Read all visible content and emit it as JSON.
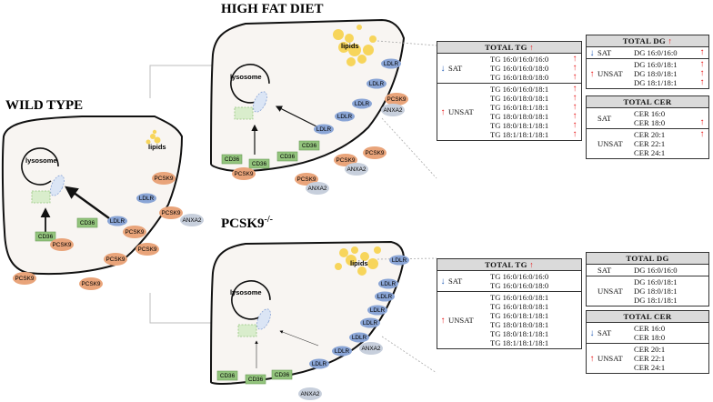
{
  "panels": {
    "wild_type": {
      "title": "WILD TYPE"
    },
    "high_fat": {
      "title": "HIGH FAT DIET"
    },
    "pcsk9": {
      "title": "PCSK9",
      "superscript": "-/-"
    }
  },
  "cell_labels": {
    "lysosome": "lysosome",
    "lipids": "lipids"
  },
  "proteins": {
    "ldlr": "LDLR",
    "cd36": "CD36",
    "pcsk9": "PCSK9",
    "anxa2": "ANXA2"
  },
  "colors": {
    "ldlr": "#8aa5d6",
    "cd36": "#93c47d",
    "pcsk9": "#e9a47a",
    "anxa2": "#c7cfdc",
    "cell_fill": "#f8f5f2",
    "lipids": "#f6d24a",
    "up_arrow": "#e8191a",
    "down_arrow": "#2a62b8",
    "header_fill": "#dadada"
  },
  "symbols": {
    "up": "↑",
    "down": "↓"
  },
  "hfd_tables": {
    "tg": {
      "title": "TOTAL TG",
      "title_arrow": "up",
      "groups": [
        {
          "label": "SAT",
          "direction": "down",
          "rows": [
            {
              "name": "TG 16:0/16:0/16:0",
              "arrow": "up"
            },
            {
              "name": "TG 16:0/16:0/18:0",
              "arrow": "up"
            },
            {
              "name": "TG 16:0/18:0/18:0",
              "arrow": "up"
            }
          ]
        },
        {
          "label": "UNSAT",
          "direction": "up",
          "rows": [
            {
              "name": "TG 16:0/16:0/18:1",
              "arrow": "up"
            },
            {
              "name": "TG 16:0/18:0/18:1",
              "arrow": "up"
            },
            {
              "name": "TG 16:0/18:1/18:1",
              "arrow": "up"
            },
            {
              "name": "TG 18:0/18:0/18:1",
              "arrow": "up"
            },
            {
              "name": "TG 18:0/18:1/18:1",
              "arrow": "up"
            },
            {
              "name": "TG 18:1/18:1/18:1",
              "arrow": "up"
            }
          ]
        }
      ]
    },
    "dg": {
      "title": "TOTAL DG",
      "title_arrow": "up",
      "groups": [
        {
          "label": "SAT",
          "direction": "down",
          "rows": [
            {
              "name": "DG 16:0/16:0",
              "arrow": "up"
            }
          ]
        },
        {
          "label": "UNSAT",
          "direction": "up",
          "rows": [
            {
              "name": "DG 16:0/18:1",
              "arrow": "up"
            },
            {
              "name": "DG 18:0/18:1",
              "arrow": "up"
            },
            {
              "name": "DG 18:1/18:1",
              "arrow": "up"
            }
          ]
        }
      ]
    },
    "cer": {
      "title": "TOTAL CER",
      "title_arrow": "",
      "groups": [
        {
          "label": "SAT",
          "direction": "",
          "rows": [
            {
              "name": "CER 16:0",
              "arrow": ""
            },
            {
              "name": "CER 18:0",
              "arrow": "up"
            }
          ]
        },
        {
          "label": "UNSAT",
          "direction": "",
          "rows": [
            {
              "name": "CER 20:1",
              "arrow": "up"
            },
            {
              "name": "CER 22:1",
              "arrow": ""
            },
            {
              "name": "CER 24:1",
              "arrow": ""
            }
          ]
        }
      ]
    }
  },
  "pcsk9_tables": {
    "tg": {
      "title": "TOTAL TG",
      "title_arrow": "up",
      "groups": [
        {
          "label": "SAT",
          "direction": "down",
          "rows": [
            {
              "name": "TG 16:0/16:0/16:0",
              "arrow": ""
            },
            {
              "name": "TG 16:0/16:0/18:0",
              "arrow": ""
            }
          ]
        },
        {
          "label": "UNSAT",
          "direction": "up",
          "rows": [
            {
              "name": "TG 16:0/16:0/18:1",
              "arrow": ""
            },
            {
              "name": "TG 16:0/18:0/18:1",
              "arrow": ""
            },
            {
              "name": "TG 16:0/18:1/18:1",
              "arrow": ""
            },
            {
              "name": "TG 18:0/18:0/18:1",
              "arrow": ""
            },
            {
              "name": "TG 18:0/18:1/18:1",
              "arrow": ""
            },
            {
              "name": "TG 18:1/18:1/18:1",
              "arrow": ""
            }
          ]
        }
      ]
    },
    "dg": {
      "title": "TOTAL DG",
      "title_arrow": "",
      "groups": [
        {
          "label": "SAT",
          "direction": "",
          "rows": [
            {
              "name": "DG 16:0/16:0",
              "arrow": ""
            }
          ]
        },
        {
          "label": "UNSAT",
          "direction": "",
          "rows": [
            {
              "name": "DG 16:0/18:1",
              "arrow": ""
            },
            {
              "name": "DG 18:0/18:1",
              "arrow": ""
            },
            {
              "name": "DG 18:1/18:1",
              "arrow": ""
            }
          ]
        }
      ]
    },
    "cer": {
      "title": "TOTAL CER",
      "title_arrow": "",
      "groups": [
        {
          "label": "SAT",
          "direction": "down",
          "rows": [
            {
              "name": "CER 16:0",
              "arrow": ""
            },
            {
              "name": "CER 18:0",
              "arrow": ""
            }
          ]
        },
        {
          "label": "UNSAT",
          "direction": "up",
          "rows": [
            {
              "name": "CER 20:1",
              "arrow": ""
            },
            {
              "name": "CER 22:1",
              "arrow": ""
            },
            {
              "name": "CER 24:1",
              "arrow": ""
            }
          ]
        }
      ]
    }
  }
}
